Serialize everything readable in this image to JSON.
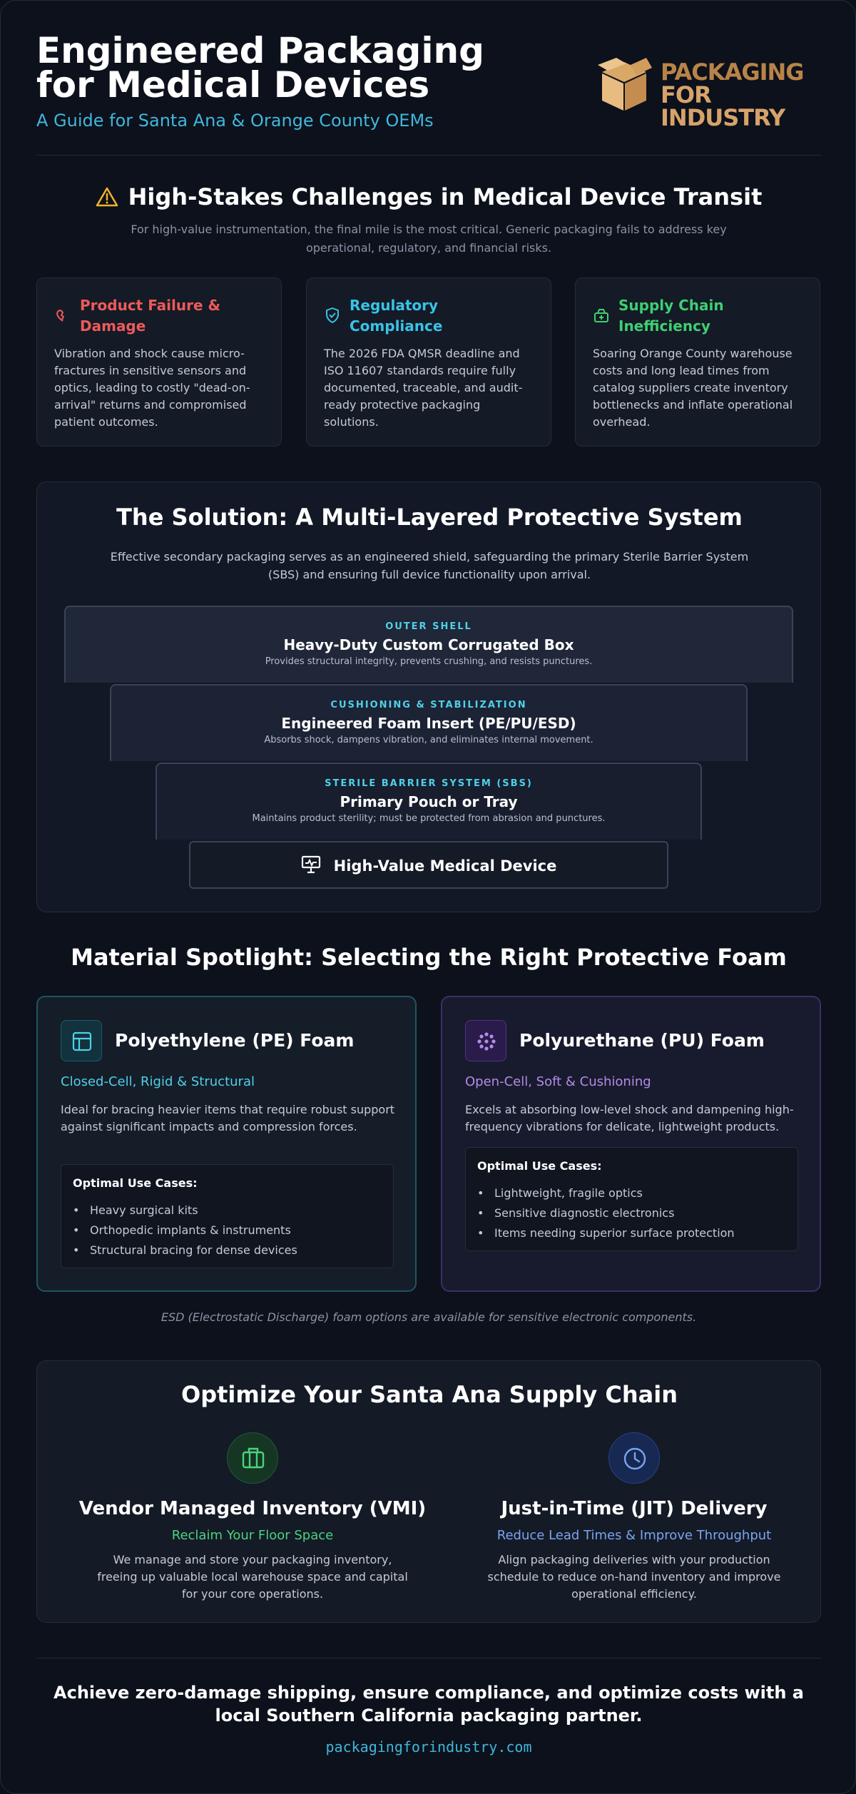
{
  "header": {
    "title": "Engineered Packaging for Medical Devices",
    "subtitle": "A Guide for Santa Ana & Orange County OEMs",
    "logo_line1": "PACKAGING",
    "logo_line2": "FOR INDUSTRY"
  },
  "challenges": {
    "title": "High-Stakes Challenges in Medical Device Transit",
    "description": "For high-value instrumentation, the final mile is the most critical. Generic packaging fails to address key operational, regulatory, and financial risks.",
    "cards": [
      {
        "title": "Product Failure & Damage",
        "body": "Vibration and shock cause micro-fractures in sensitive sensors and optics, leading to costly \"dead-on-arrival\" returns and compromised patient outcomes.",
        "icon": "broken-heart-icon",
        "color": "#ee5a5a"
      },
      {
        "title": "Regulatory Compliance",
        "body": "The 2026 FDA QMSR deadline and ISO 11607 standards require fully documented, traceable, and audit-ready protective packaging solutions.",
        "icon": "shield-check-icon",
        "color": "#38c3e6"
      },
      {
        "title": "Supply Chain Inefficiency",
        "body": "Soaring Orange County warehouse costs and long lead times from catalog suppliers create inventory bottlenecks and inflate operational overhead.",
        "icon": "package-icon",
        "color": "#3ecf72"
      }
    ]
  },
  "solution": {
    "title": "The Solution: A Multi-Layered Protective System",
    "description": "Effective secondary packaging serves as an engineered shield, safeguarding the primary Sterile Barrier System (SBS) and ensuring full device functionality upon arrival.",
    "layers": [
      {
        "label": "OUTER SHELL",
        "title": "Heavy-Duty Custom Corrugated Box",
        "desc": "Provides structural integrity, prevents crushing, and resists punctures."
      },
      {
        "label": "CUSHIONING & STABILIZATION",
        "title": "Engineered Foam Insert (PE/PU/ESD)",
        "desc": "Absorbs shock, dampens vibration, and eliminates internal movement."
      },
      {
        "label": "STERILE BARRIER SYSTEM (SBS)",
        "title": "Primary Pouch or Tray",
        "desc": "Maintains product sterility; must be protected from abrasion and punctures."
      }
    ],
    "device": "High-Value Medical Device"
  },
  "materials": {
    "title": "Material Spotlight: Selecting the Right Protective Foam",
    "pe": {
      "title": "Polyethylene (PE) Foam",
      "subtitle": "Closed-Cell, Rigid & Structural",
      "body": "Ideal for bracing heavier items that require robust support against significant impacts and compression forces.",
      "uses_title": "Optimal Use Cases:",
      "uses": [
        "Heavy surgical kits",
        "Orthopedic implants & instruments",
        "Structural bracing for dense devices"
      ],
      "color": "#4fd0e8"
    },
    "pu": {
      "title": "Polyurethane (PU) Foam",
      "subtitle": "Open-Cell, Soft & Cushioning",
      "body": "Excels at absorbing low-level shock and dampening high-frequency vibrations for delicate, lightweight products.",
      "uses_title": "Optimal Use Cases:",
      "uses": [
        "Lightweight, fragile optics",
        "Sensitive diagnostic electronics",
        "Items needing superior surface protection"
      ],
      "color": "#b48be8"
    },
    "note": "ESD (Electrostatic Discharge) foam options are available for sensitive electronic components."
  },
  "supply": {
    "title": "Optimize Your Santa Ana Supply Chain",
    "vmi": {
      "title": "Vendor Managed Inventory (VMI)",
      "subtitle": "Reclaim Your Floor Space",
      "body": "We manage and store your packaging inventory, freeing up valuable local warehouse space and capital for your core operations.",
      "color": "#4ad37e"
    },
    "jit": {
      "title": "Just-in-Time (JIT) Delivery",
      "subtitle": "Reduce Lead Times & Improve Throughput",
      "body": "Align packaging deliveries with your production schedule to reduce on-hand inventory and improve operational efficiency.",
      "color": "#7aa5f0"
    }
  },
  "footer": {
    "cta": "Achieve zero-damage shipping, ensure compliance, and optimize costs with a local Southern California packaging partner.",
    "url": "packagingforindustry.com"
  }
}
